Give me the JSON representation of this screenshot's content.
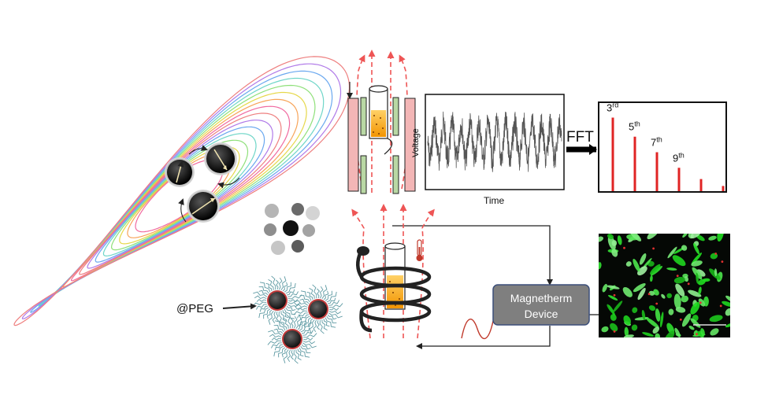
{
  "labels": {
    "peg": "@PEG",
    "fft": "FFT",
    "device_line1": "Magnetherm",
    "device_line2": "Device",
    "voltage_axis": "Voltage",
    "time_axis": "Time"
  },
  "harmonics": [
    {
      "base": "3",
      "sup": "rd",
      "level": 0.85
    },
    {
      "base": "5",
      "sup": "th",
      "level": 0.63
    },
    {
      "base": "7",
      "sup": "th",
      "level": 0.45
    },
    {
      "base": "9",
      "sup": "th",
      "level": 0.27
    },
    {
      "base": "",
      "sup": "",
      "level": 0.14
    },
    {
      "base": "",
      "sup": "",
      "level": 0.06
    }
  ],
  "colors": {
    "loops": [
      "#f06aa0",
      "#f7a45a",
      "#e6d84a",
      "#8fe07a",
      "#6fd6c8",
      "#6aa8ef",
      "#b07ae8",
      "#ee7f7f"
    ],
    "harmonic_bar": "#e02424",
    "field_lines": "#ee5555",
    "sample": "#f5a623",
    "cells": "#2fcf2f",
    "device_fill": "#7f7f7f",
    "device_border": "#3c4f7a"
  }
}
